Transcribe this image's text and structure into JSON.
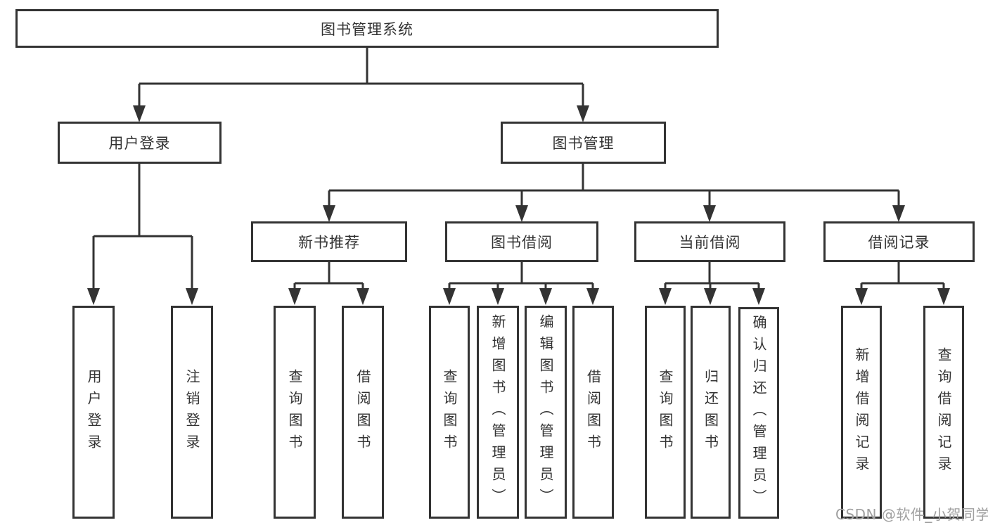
{
  "colors": {
    "line": "#333333",
    "box_border": "#333333",
    "box_background": "#ffffff",
    "text": "#333333",
    "watermark_text": "#a0a0a0",
    "page_background": "#ffffff"
  },
  "watermark": "CSDN @软件_小贺同学",
  "tree": {
    "root": {
      "label": "图书管理系统"
    },
    "children": [
      {
        "label": "用户登录",
        "children": [
          {
            "label": "用户登录"
          },
          {
            "label": "注销登录"
          }
        ]
      },
      {
        "label": "图书管理",
        "children": [
          {
            "label": "新书推荐",
            "children": [
              {
                "label": "查询图书"
              },
              {
                "label": "借阅图书"
              }
            ]
          },
          {
            "label": "图书借阅",
            "children": [
              {
                "label": "查询图书"
              },
              {
                "label": "新增图书（管理员）"
              },
              {
                "label": "编辑图书（管理员）"
              },
              {
                "label": "借阅图书"
              }
            ]
          },
          {
            "label": "当前借阅",
            "children": [
              {
                "label": "查询图书"
              },
              {
                "label": "归还图书"
              },
              {
                "label": "确认归还（管理员）"
              }
            ]
          },
          {
            "label": "借阅记录",
            "children": [
              {
                "label": "新增借阅记录"
              },
              {
                "label": "查询借阅记录"
              }
            ]
          }
        ]
      }
    ]
  }
}
